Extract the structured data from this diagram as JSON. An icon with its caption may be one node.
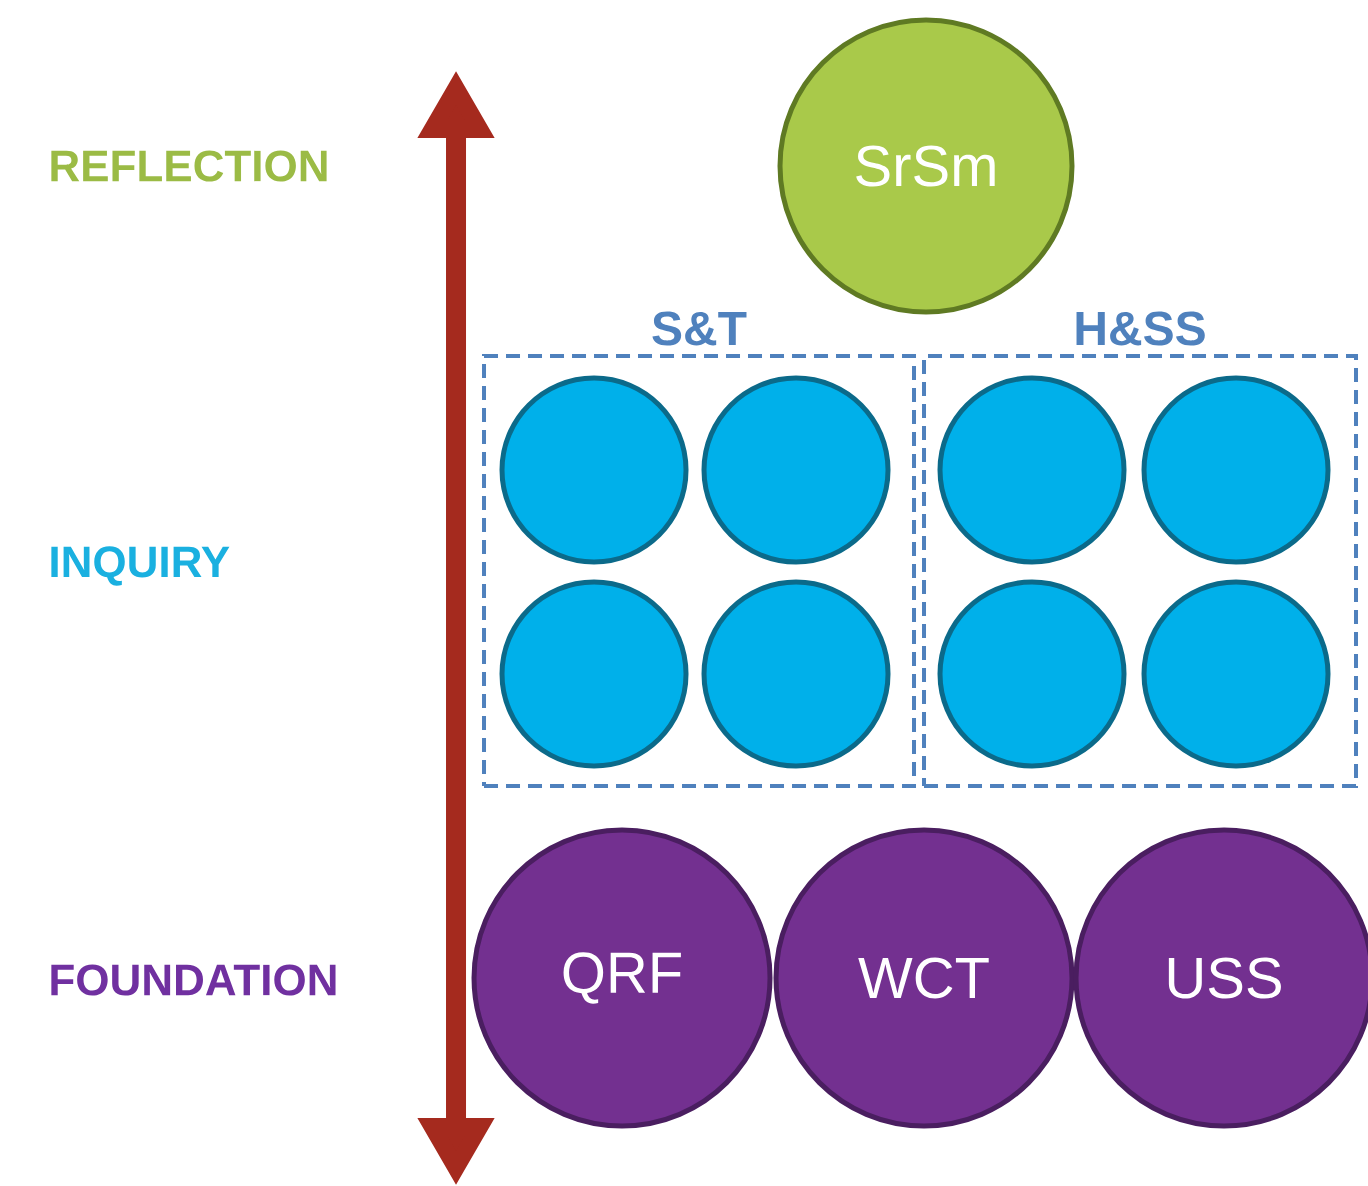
{
  "diagram": {
    "nodes": [
      {
        "text": [
          "SrSm"
        ]
      },
      {
        "text": [
          "S&T"
        ]
      },
      {
        "text": [],
        "shape": "circle",
        "in": 1
      },
      {
        "text": [],
        "shape": "circle",
        "in": 1
      },
      {
        "text": [],
        "shape": "circle",
        "in": 1
      },
      {
        "text": [],
        "shape": "circle",
        "in": 1
      },
      {
        "text": [
          "H&SS"
        ]
      },
      {
        "text": [],
        "shape": "circle",
        "in": 6
      },
      {
        "text": [],
        "shape": "circle",
        "in": 6
      },
      {
        "text": [],
        "shape": "circle",
        "in": 6
      },
      {
        "text": [],
        "shape": "circle",
        "in": 6
      },
      {
        "text": [
          "QRF"
        ]
      },
      {
        "text": [
          "WCT"
        ]
      },
      {
        "text": [
          "USS"
        ]
      }
    ],
    "edges": [],
    "labels": [
      "REFLECTION",
      "INQUIRY",
      "FOUNDATION"
    ]
  }
}
